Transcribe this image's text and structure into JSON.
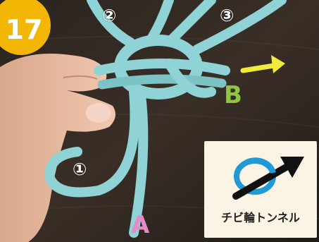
{
  "step": {
    "number": "17",
    "badge_color": "#f2b705"
  },
  "cords": {
    "cord_1": "①",
    "cord_2": "②",
    "cord_3": "③",
    "end_a": "A",
    "end_b": "B"
  },
  "colors": {
    "cord": "#8fd3d6",
    "end_a": "#e889c9",
    "end_b": "#8ec63f",
    "arrow": "#f1ea3c",
    "inset_icon_ring": "#1e9ad6",
    "inset_icon_arrow": "#111111"
  },
  "inset": {
    "caption": "チビ輪トンネル",
    "icon": "tunnel-arrow-icon"
  }
}
